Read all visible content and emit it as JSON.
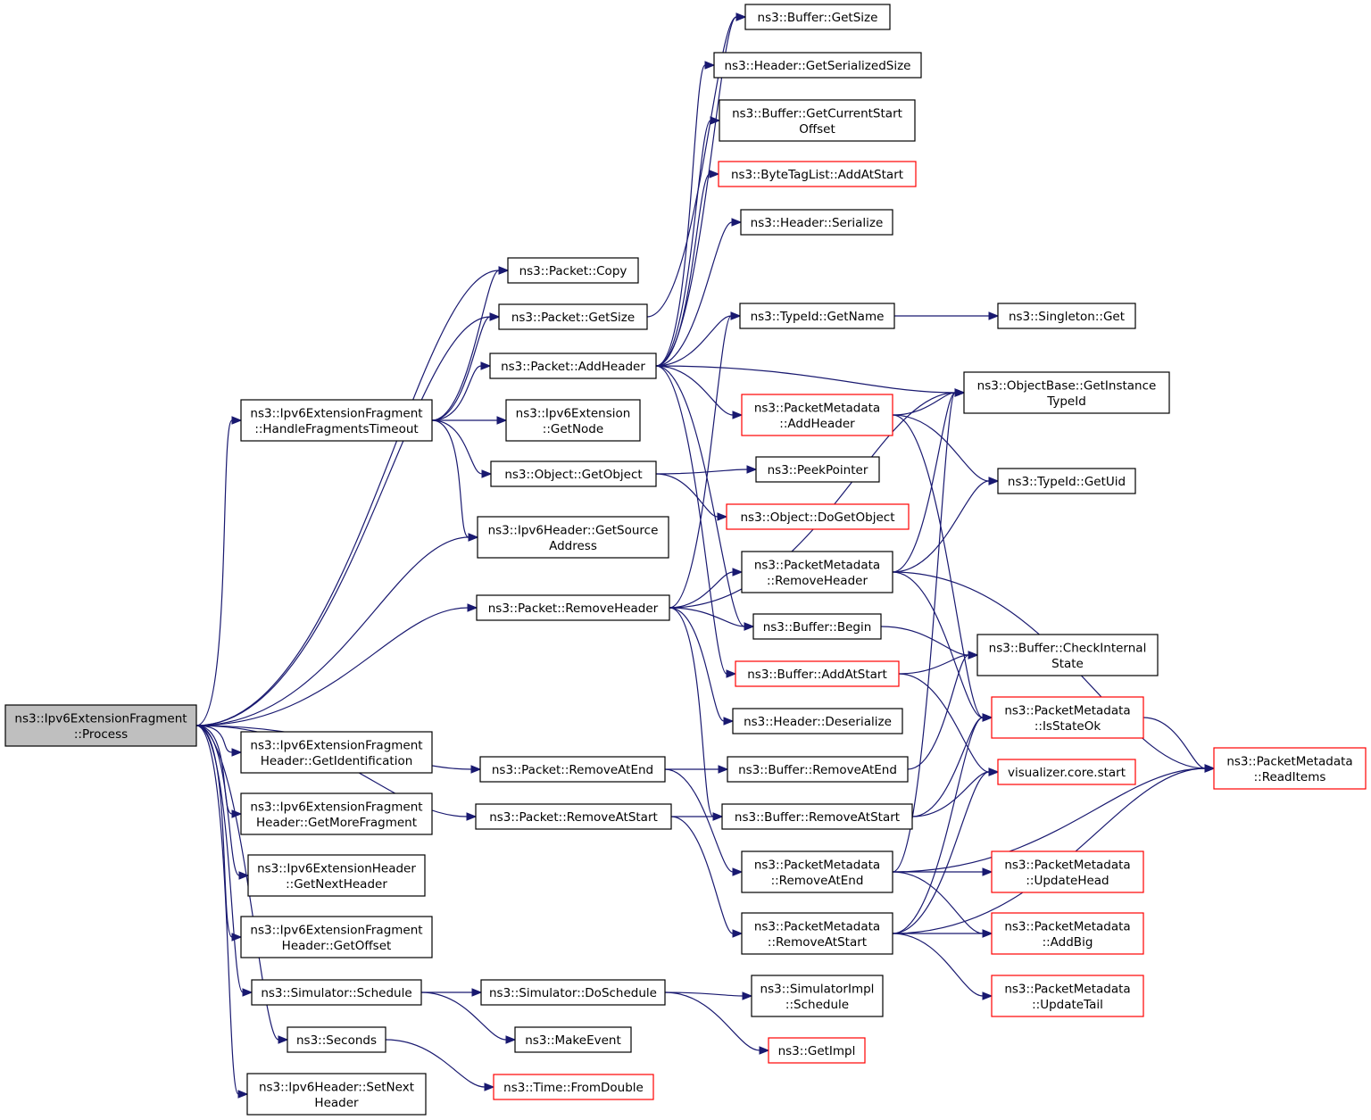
{
  "diagram": {
    "colors": {
      "edge": "#191970",
      "normal_border": "#000000",
      "truncated_border": "#ff0000",
      "root_fill": "#bfbfbf",
      "node_fill": "#ffffff"
    },
    "nodes": [
      {
        "id": "process",
        "lines": [
          "ns3::Ipv6ExtensionFragment",
          "::Process"
        ],
        "style": "root"
      },
      {
        "id": "copy",
        "lines": [
          "ns3::Packet::Copy"
        ],
        "style": "normal"
      },
      {
        "id": "pgetsize",
        "lines": [
          "ns3::Packet::GetSize"
        ],
        "style": "normal"
      },
      {
        "id": "addheader",
        "lines": [
          "ns3::Packet::AddHeader"
        ],
        "style": "normal"
      },
      {
        "id": "hft",
        "lines": [
          "ns3::Ipv6ExtensionFragment",
          "::HandleFragmentsTimeout"
        ],
        "style": "normal"
      },
      {
        "id": "getnode",
        "lines": [
          "ns3::Ipv6Extension",
          "::GetNode"
        ],
        "style": "normal"
      },
      {
        "id": "getobject",
        "lines": [
          "ns3::Object::GetObject"
        ],
        "style": "normal"
      },
      {
        "id": "getsrc",
        "lines": [
          "ns3::Ipv6Header::GetSource",
          "Address"
        ],
        "style": "normal"
      },
      {
        "id": "removeheader",
        "lines": [
          "ns3::Packet::RemoveHeader"
        ],
        "style": "normal"
      },
      {
        "id": "getident",
        "lines": [
          "ns3::Ipv6ExtensionFragment",
          "Header::GetIdentification"
        ],
        "style": "normal"
      },
      {
        "id": "getmorefrag",
        "lines": [
          "ns3::Ipv6ExtensionFragment",
          "Header::GetMoreFragment"
        ],
        "style": "normal"
      },
      {
        "id": "getnextheader",
        "lines": [
          "ns3::Ipv6ExtensionHeader",
          "::GetNextHeader"
        ],
        "style": "normal"
      },
      {
        "id": "getoffset",
        "lines": [
          "ns3::Ipv6ExtensionFragment",
          "Header::GetOffset"
        ],
        "style": "normal"
      },
      {
        "id": "schedule",
        "lines": [
          "ns3::Simulator::Schedule"
        ],
        "style": "normal"
      },
      {
        "id": "seconds",
        "lines": [
          "ns3::Seconds"
        ],
        "style": "normal"
      },
      {
        "id": "setnext",
        "lines": [
          "ns3::Ipv6Header::SetNext",
          "Header"
        ],
        "style": "normal"
      },
      {
        "id": "premoveatend",
        "lines": [
          "ns3::Packet::RemoveAtEnd"
        ],
        "style": "normal"
      },
      {
        "id": "premoveatstart",
        "lines": [
          "ns3::Packet::RemoveAtStart"
        ],
        "style": "normal"
      },
      {
        "id": "doschedule",
        "lines": [
          "ns3::Simulator::DoSchedule"
        ],
        "style": "normal"
      },
      {
        "id": "makeevent",
        "lines": [
          "ns3::MakeEvent"
        ],
        "style": "normal"
      },
      {
        "id": "fromdouble",
        "lines": [
          "ns3::Time::FromDouble"
        ],
        "style": "truncated"
      },
      {
        "id": "bgetsize",
        "lines": [
          "ns3::Buffer::GetSize"
        ],
        "style": "normal"
      },
      {
        "id": "hgetsersize",
        "lines": [
          "ns3::Header::GetSerializedSize"
        ],
        "style": "normal"
      },
      {
        "id": "bgetcurstart",
        "lines": [
          "ns3::Buffer::GetCurrentStart",
          "Offset"
        ],
        "style": "normal"
      },
      {
        "id": "btladdatstart",
        "lines": [
          "ns3::ByteTagList::AddAtStart"
        ],
        "style": "truncated"
      },
      {
        "id": "hserialize",
        "lines": [
          "ns3::Header::Serialize"
        ],
        "style": "normal"
      },
      {
        "id": "typeidgetname",
        "lines": [
          "ns3::TypeId::GetName"
        ],
        "style": "normal"
      },
      {
        "id": "pmaddheader",
        "lines": [
          "ns3::PacketMetadata",
          "::AddHeader"
        ],
        "style": "truncated"
      },
      {
        "id": "peekpointer",
        "lines": [
          "ns3::PeekPointer"
        ],
        "style": "normal"
      },
      {
        "id": "dogetobject",
        "lines": [
          "ns3::Object::DoGetObject"
        ],
        "style": "truncated"
      },
      {
        "id": "pmremoveheader",
        "lines": [
          "ns3::PacketMetadata",
          "::RemoveHeader"
        ],
        "style": "normal"
      },
      {
        "id": "bbegin",
        "lines": [
          "ns3::Buffer::Begin"
        ],
        "style": "normal"
      },
      {
        "id": "baddatstart",
        "lines": [
          "ns3::Buffer::AddAtStart"
        ],
        "style": "truncated"
      },
      {
        "id": "hdeserialize",
        "lines": [
          "ns3::Header::Deserialize"
        ],
        "style": "normal"
      },
      {
        "id": "bremoveatend",
        "lines": [
          "ns3::Buffer::RemoveAtEnd"
        ],
        "style": "normal"
      },
      {
        "id": "bremoveatstart",
        "lines": [
          "ns3::Buffer::RemoveAtStart"
        ],
        "style": "normal"
      },
      {
        "id": "pmremoveatend",
        "lines": [
          "ns3::PacketMetadata",
          "::RemoveAtEnd"
        ],
        "style": "normal"
      },
      {
        "id": "pmremoveatstart",
        "lines": [
          "ns3::PacketMetadata",
          "::RemoveAtStart"
        ],
        "style": "normal"
      },
      {
        "id": "simimplschedule",
        "lines": [
          "ns3::SimulatorImpl",
          "::Schedule"
        ],
        "style": "normal"
      },
      {
        "id": "getimpl",
        "lines": [
          "ns3::GetImpl"
        ],
        "style": "truncated"
      },
      {
        "id": "singletonget",
        "lines": [
          "ns3::Singleton::Get"
        ],
        "style": "normal"
      },
      {
        "id": "getinstancetypeid",
        "lines": [
          "ns3::ObjectBase::GetInstance",
          "TypeId"
        ],
        "style": "normal"
      },
      {
        "id": "typeidgetuid",
        "lines": [
          "ns3::TypeId::GetUid"
        ],
        "style": "normal"
      },
      {
        "id": "bcheckinternal",
        "lines": [
          "ns3::Buffer::CheckInternal",
          "State"
        ],
        "style": "normal"
      },
      {
        "id": "pmisstateok",
        "lines": [
          "ns3::PacketMetadata",
          "::IsStateOk"
        ],
        "style": "truncated"
      },
      {
        "id": "vizstart",
        "lines": [
          "visualizer.core.start"
        ],
        "style": "truncated"
      },
      {
        "id": "pmupdatehead",
        "lines": [
          "ns3::PacketMetadata",
          "::UpdateHead"
        ],
        "style": "truncated"
      },
      {
        "id": "pmaddbig",
        "lines": [
          "ns3::PacketMetadata",
          "::AddBig"
        ],
        "style": "truncated"
      },
      {
        "id": "pmupdatetail",
        "lines": [
          "ns3::PacketMetadata",
          "::UpdateTail"
        ],
        "style": "truncated"
      },
      {
        "id": "pmreaditems",
        "lines": [
          "ns3::PacketMetadata",
          "::ReadItems"
        ],
        "style": "truncated"
      }
    ],
    "edges": [
      [
        "process",
        "copy"
      ],
      [
        "process",
        "pgetsize"
      ],
      [
        "process",
        "hft"
      ],
      [
        "process",
        "getsrc"
      ],
      [
        "process",
        "removeheader"
      ],
      [
        "process",
        "premoveatend"
      ],
      [
        "process",
        "premoveatstart"
      ],
      [
        "process",
        "getident"
      ],
      [
        "process",
        "getmorefrag"
      ],
      [
        "process",
        "getnextheader"
      ],
      [
        "process",
        "getoffset"
      ],
      [
        "process",
        "schedule"
      ],
      [
        "process",
        "seconds"
      ],
      [
        "process",
        "setnext"
      ],
      [
        "hft",
        "copy"
      ],
      [
        "hft",
        "pgetsize"
      ],
      [
        "hft",
        "addheader"
      ],
      [
        "hft",
        "getnode"
      ],
      [
        "hft",
        "getobject"
      ],
      [
        "hft",
        "getsrc"
      ],
      [
        "pgetsize",
        "bgetsize"
      ],
      [
        "addheader",
        "bgetsize"
      ],
      [
        "addheader",
        "hgetsersize"
      ],
      [
        "addheader",
        "bgetcurstart"
      ],
      [
        "addheader",
        "btladdatstart"
      ],
      [
        "addheader",
        "hserialize"
      ],
      [
        "addheader",
        "typeidgetname"
      ],
      [
        "addheader",
        "getinstancetypeid"
      ],
      [
        "addheader",
        "pmaddheader"
      ],
      [
        "addheader",
        "bbegin"
      ],
      [
        "addheader",
        "baddatstart"
      ],
      [
        "getobject",
        "peekpointer"
      ],
      [
        "getobject",
        "dogetobject"
      ],
      [
        "removeheader",
        "typeidgetname"
      ],
      [
        "removeheader",
        "getinstancetypeid"
      ],
      [
        "removeheader",
        "pmremoveheader"
      ],
      [
        "removeheader",
        "bbegin"
      ],
      [
        "removeheader",
        "hdeserialize"
      ],
      [
        "removeheader",
        "bremoveatstart"
      ],
      [
        "premoveatend",
        "bremoveatend"
      ],
      [
        "premoveatend",
        "pmremoveatend"
      ],
      [
        "premoveatstart",
        "bremoveatstart"
      ],
      [
        "premoveatstart",
        "pmremoveatstart"
      ],
      [
        "schedule",
        "doschedule"
      ],
      [
        "schedule",
        "makeevent"
      ],
      [
        "seconds",
        "fromdouble"
      ],
      [
        "doschedule",
        "simimplschedule"
      ],
      [
        "doschedule",
        "getimpl"
      ],
      [
        "typeidgetname",
        "singletonget"
      ],
      [
        "pmaddheader",
        "getinstancetypeid"
      ],
      [
        "pmaddheader",
        "typeidgetuid"
      ],
      [
        "pmaddheader",
        "pmisstateok"
      ],
      [
        "pmremoveheader",
        "getinstancetypeid"
      ],
      [
        "pmremoveheader",
        "typeidgetuid"
      ],
      [
        "pmremoveheader",
        "pmreaditems"
      ],
      [
        "pmremoveheader",
        "pmisstateok"
      ],
      [
        "bbegin",
        "bcheckinternal"
      ],
      [
        "baddatstart",
        "bcheckinternal"
      ],
      [
        "baddatstart",
        "vizstart"
      ],
      [
        "bremoveatend",
        "bcheckinternal"
      ],
      [
        "bremoveatstart",
        "pmisstateok"
      ],
      [
        "bremoveatstart",
        "vizstart"
      ],
      [
        "pmremoveatend",
        "getinstancetypeid"
      ],
      [
        "pmremoveatend",
        "pmreaditems"
      ],
      [
        "pmremoveatend",
        "pmupdatehead"
      ],
      [
        "pmremoveatend",
        "pmaddbig"
      ],
      [
        "pmremoveatstart",
        "pmisstateok"
      ],
      [
        "pmremoveatstart",
        "vizstart"
      ],
      [
        "pmremoveatstart",
        "pmaddbig"
      ],
      [
        "pmremoveatstart",
        "pmupdatetail"
      ],
      [
        "pmremoveatstart",
        "pmreaditems"
      ],
      [
        "pmisstateok",
        "pmreaditems"
      ]
    ]
  }
}
